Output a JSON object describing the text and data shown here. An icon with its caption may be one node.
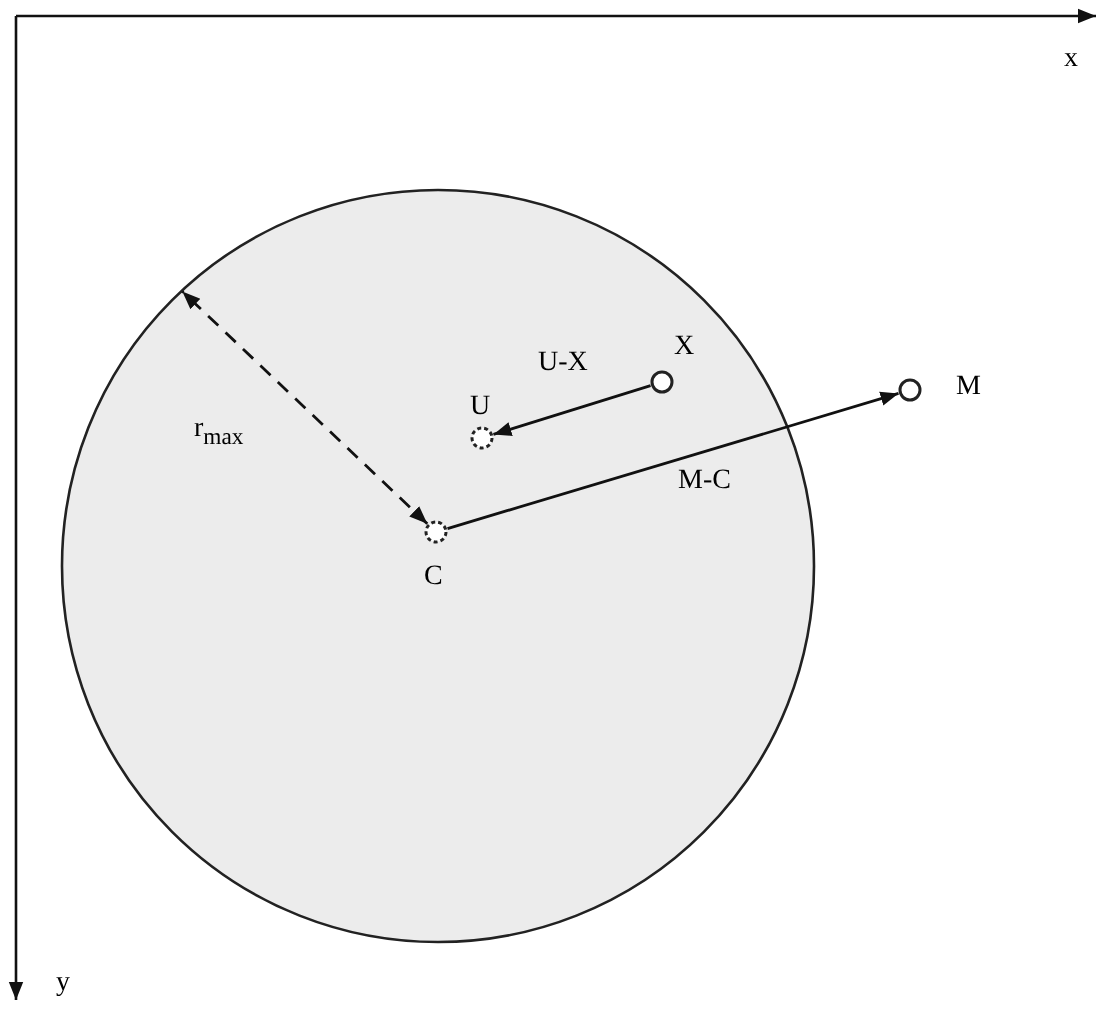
{
  "diagram": {
    "nodes": [
      {
        "text": [],
        "shape": "circle"
      },
      {
        "text": [
          "U"
        ],
        "in": 0
      },
      {
        "text": [
          "X"
        ],
        "in": 0
      },
      {
        "text": [
          "C"
        ],
        "in": 0
      },
      {
        "text": [
          "M"
        ]
      }
    ],
    "edges": [
      {
        "from": 2,
        "to": 1,
        "arrow": "to",
        "label": "U-X"
      },
      {
        "from": 3,
        "to": 4,
        "arrow": "to",
        "label": "M-C"
      },
      {
        "from": 3,
        "to": 0,
        "arrow": "both",
        "style": "dashed",
        "label": "r$_{max}$"
      }
    ],
    "labels": [
      "x",
      "y"
    ]
  }
}
